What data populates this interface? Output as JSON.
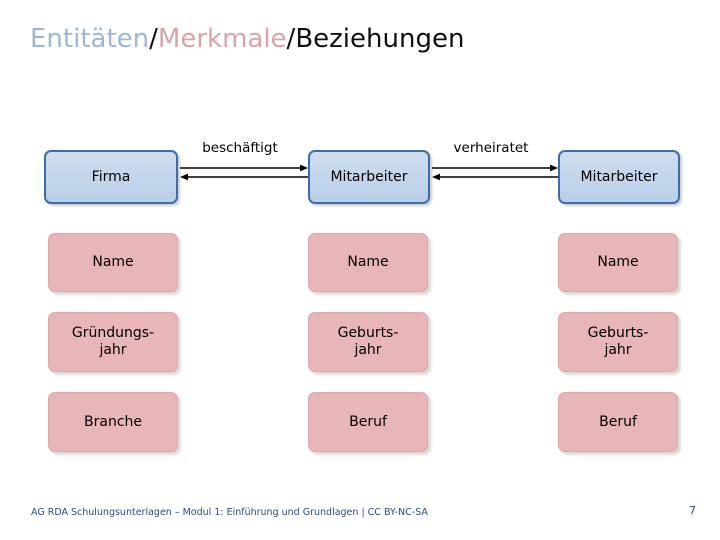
{
  "slide": {
    "title_parts": {
      "entities": "Entitäten",
      "sep1": "/",
      "attributes": "Merkmale",
      "sep2": "/",
      "relationships": "Beziehungen"
    },
    "title_colors": {
      "entities": "#9DB7D4",
      "attributes": "#D9A4A6",
      "relationships": "#111111"
    },
    "background": "#FFFFFF"
  },
  "palette": {
    "entity_fill": "#C2D5EA",
    "entity_border": "#3D6DA8",
    "attribute_fill": "#E8B5B8",
    "attribute_border": "#DBA7AA",
    "connector": "#000000",
    "footer_text": "#2E4A7D"
  },
  "diagram": {
    "type": "entity-attribute-relationship",
    "columns": [
      {
        "entity": "Firma",
        "attributes": [
          "Name",
          "Gründungs-\njahr",
          "Branche"
        ]
      },
      {
        "entity": "Mitarbeiter",
        "attributes": [
          "Name",
          "Geburts-\njahr",
          "Beruf"
        ]
      },
      {
        "entity": "Mitarbeiter",
        "attributes": [
          "Name",
          "Geburts-\njahr",
          "Beruf"
        ]
      }
    ],
    "relationships": [
      {
        "label": "beschäftigt",
        "from": "Firma",
        "to": "Mitarbeiter",
        "direction": "bidirectional"
      },
      {
        "label": "verheiratet",
        "from": "Mitarbeiter",
        "to": "Mitarbeiter",
        "direction": "bidirectional"
      }
    ]
  },
  "entities": {
    "c1": "Firma",
    "c2": "Mitarbeiter",
    "c3": "Mitarbeiter"
  },
  "attributes": {
    "c1": {
      "a1": "Name",
      "a2_line1": "Gründungs-",
      "a2_line2": "jahr",
      "a3": "Branche"
    },
    "c2": {
      "a1": "Name",
      "a2_line1": "Geburts-",
      "a2_line2": "jahr",
      "a3": "Beruf"
    },
    "c3": {
      "a1": "Name",
      "a2_line1": "Geburts-",
      "a2_line2": "jahr",
      "a3": "Beruf"
    }
  },
  "relations": {
    "r1_label": "beschäftigt",
    "r2_label": "verheiratet"
  },
  "footer": {
    "text": "AG RDA Schulungsunterlagen – Modul 1: Einführung und Grundlagen |  CC BY-NC-SA",
    "page_number": "7"
  }
}
